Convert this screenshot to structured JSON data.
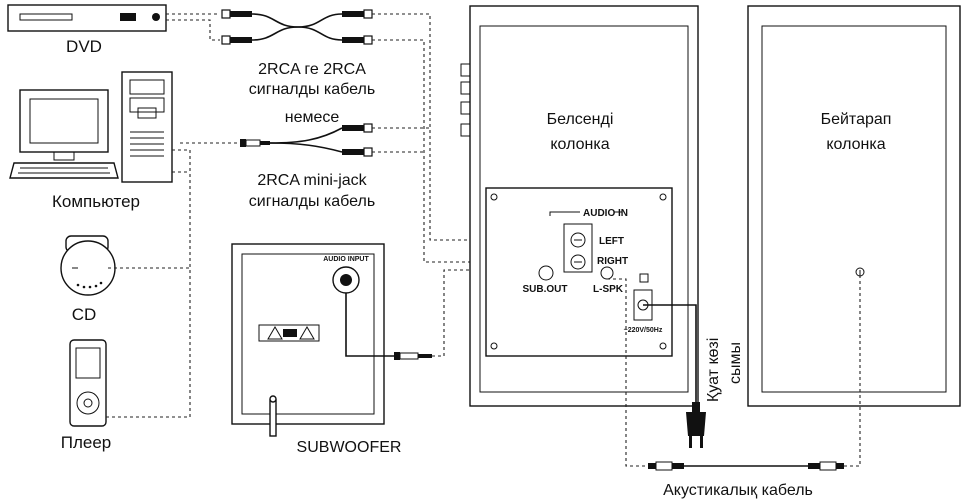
{
  "devices": {
    "dvd": "DVD",
    "computer": "Компьютер",
    "cd": "CD",
    "player": "Плеер",
    "subwoofer": "SUBWOOFER"
  },
  "cables": {
    "rca_line1": "2RCA ге 2RCA",
    "rca_line2": "сигналды кабель",
    "or": "немесе",
    "minijack_line1": "2RCA mini-jack",
    "minijack_line2": "сигналды кабель",
    "acoustic": "Акустикалық кабель",
    "power_line1": "Қуат көзі",
    "power_line2": "сымы"
  },
  "active_speaker": {
    "line1": "Белсенді",
    "line2": "колонка",
    "audio_in": "AUDIO IN",
    "left": "LEFT",
    "right": "RIGHT",
    "sub_out": "SUB.OUT",
    "l_spk": "L-SPK",
    "voltage": "~220V/50Hz"
  },
  "passive_speaker": {
    "line1": "Бейтарап",
    "line2": "колонка"
  },
  "subwoofer_panel": {
    "audio_input": "AUDIO INPUT"
  },
  "icons": [
    "dvd-player-icon",
    "computer-monitor-icon",
    "computer-tower-icon",
    "keyboard-icon",
    "cd-player-icon",
    "media-player-icon",
    "rca-plug-icon",
    "minijack-plug-icon",
    "power-plug-icon",
    "warning-icon"
  ]
}
